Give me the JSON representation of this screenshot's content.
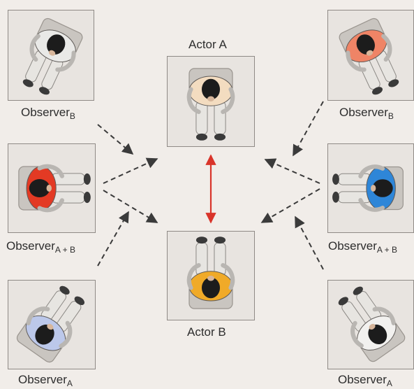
{
  "labels": {
    "actor_a": "Actor A",
    "actor_b": "Actor B",
    "observer": "Observer",
    "sub_b": "B",
    "sub_ab": "A + B",
    "sub_a": "A"
  },
  "people": {
    "observer_b_left": {
      "shirt": "#e9e9e7",
      "facing": "down-left"
    },
    "observer_b_right": {
      "shirt": "#ef8466",
      "facing": "down-right"
    },
    "actor_a": {
      "shirt": "#f3dcc0",
      "facing": "down"
    },
    "observer_ab_left": {
      "shirt": "#e33a24",
      "facing": "right"
    },
    "observer_ab_right": {
      "shirt": "#2e86d8",
      "facing": "left"
    },
    "actor_b": {
      "shirt": "#f0aa28",
      "facing": "up"
    },
    "observer_a_left": {
      "shirt": "#bcc8ea",
      "facing": "up-right"
    },
    "observer_a_right": {
      "shirt": "#f2f1ef",
      "facing": "up-left"
    }
  },
  "colors": {
    "dashed_arrow": "#3b3b3b",
    "actor_arrow": "#d9342a",
    "panel_border": "#8f8a86",
    "head": "#1c1c1c",
    "pants": "#e7e5e1",
    "chair": "#c9c5c0"
  }
}
